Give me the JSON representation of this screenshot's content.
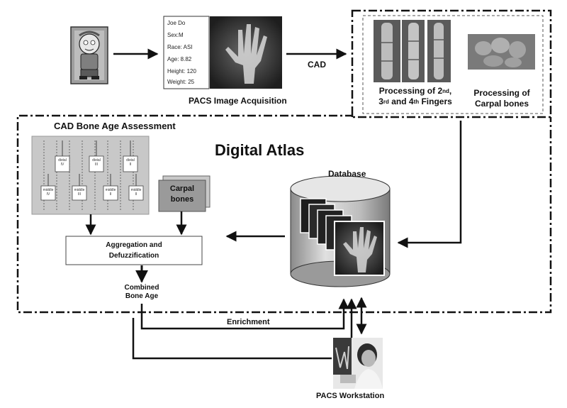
{
  "patient_card": {
    "lines": [
      "Joe Do",
      "Sex:M",
      "Race: ASI",
      "Age: 8.82",
      "Height: 120",
      "Weight: 25"
    ]
  },
  "labels": {
    "pacs_acquisition": "PACS Image Acquisition",
    "cad": "CAD",
    "fingers_line1_a": "Processing of 2",
    "fingers_line1_sup": "nd",
    "fingers_line1_b": ",",
    "fingers_line2_a": "3",
    "fingers_line2_sup1": "rd",
    "fingers_line2_b": " and 4",
    "fingers_line2_sup2": "th",
    "fingers_line2_c": " Fingers",
    "carpal_processing_1": "Processing of",
    "carpal_processing_2": "Carpal bones",
    "cad_bone_age": "CAD Bone Age Assessment",
    "digital_atlas": "Digital Atlas",
    "database": "Database",
    "carpal_bones_1": "Carpal",
    "carpal_bones_2": "bones",
    "aggregation_1": "Aggregation and",
    "aggregation_2": "Defuzzification",
    "combined_1": "Combined",
    "combined_2": "Bone Age",
    "enrichment": "Enrichment",
    "pacs_workstation": "PACS Workstation"
  },
  "phalanx_boxes": {
    "distal": [
      {
        "name": "distal",
        "digit": "IV"
      },
      {
        "name": "distal",
        "digit": "III"
      },
      {
        "name": "distal",
        "digit": "II"
      }
    ],
    "middle": [
      {
        "name": "middle",
        "digit": "IV"
      },
      {
        "name": "middle",
        "digit": "III"
      },
      {
        "name": "middle",
        "digit": "II"
      },
      {
        "name": "middle",
        "digit": "II"
      }
    ]
  },
  "colors": {
    "line": "#111111",
    "panel_gray": "#c8c8c8",
    "carpal_box": "#9a9a9a",
    "cylinder_light": "#d9d9d9",
    "cylinder_dark": "#8a8a8a",
    "xray_bg": "#2a2a2a"
  }
}
